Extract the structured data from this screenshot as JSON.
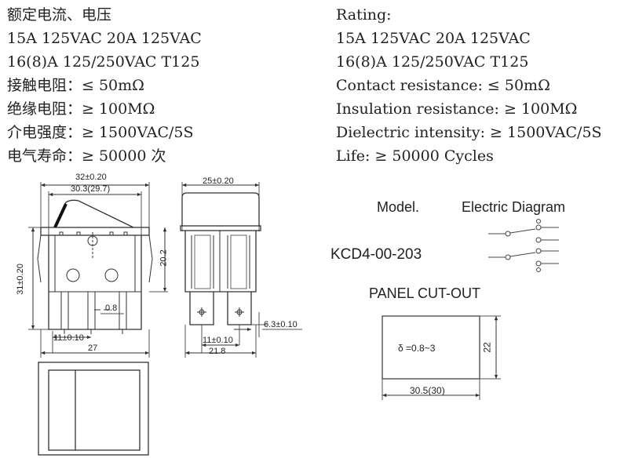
{
  "specs_cn": [
    "额定电流、电压",
    "15A 125VAC  20A 125VAC",
    "16(8)A 125/250VAC T125",
    "接触电阻：≤ 50mΩ",
    "绝缘电阻：≥ 100MΩ",
    "介电强度：≥ 1500VAC/5S",
    "电气寿命：≥ 50000 次"
  ],
  "specs_en": [
    "Rating:",
    "15A 125VAC  20A 125VAC",
    "16(8)A 125/250VAC T125",
    "Contact resistance: ≤ 50mΩ",
    "Insulation resistance: ≥ 100MΩ",
    "Dielectric intensity: ≥ 1500VAC/5S",
    "Life: ≥ 50000 Cycles"
  ],
  "front_view": {
    "dim_top": "32±0.20",
    "dim_inner": "30.3(29.7)",
    "dim_height": "31±0.20",
    "dim_body": "20.2",
    "dim_pin_gap": "0.8",
    "dim_pin_pitch": "11±0.10",
    "dim_base": "27"
  },
  "side_view": {
    "dim_top": "25±0.20",
    "dim_tab": "6.3±0.10",
    "dim_pitch": "11±0.10",
    "dim_base": "21.8"
  },
  "model": {
    "model_label": "Model.",
    "diagram_label": "Electric Diagram",
    "model_number": "KCD4-00-203"
  },
  "cutout": {
    "title": "PANEL CUT-OUT",
    "thickness": "δ =0.8~3",
    "height": "22",
    "width": "30.5(30)"
  }
}
